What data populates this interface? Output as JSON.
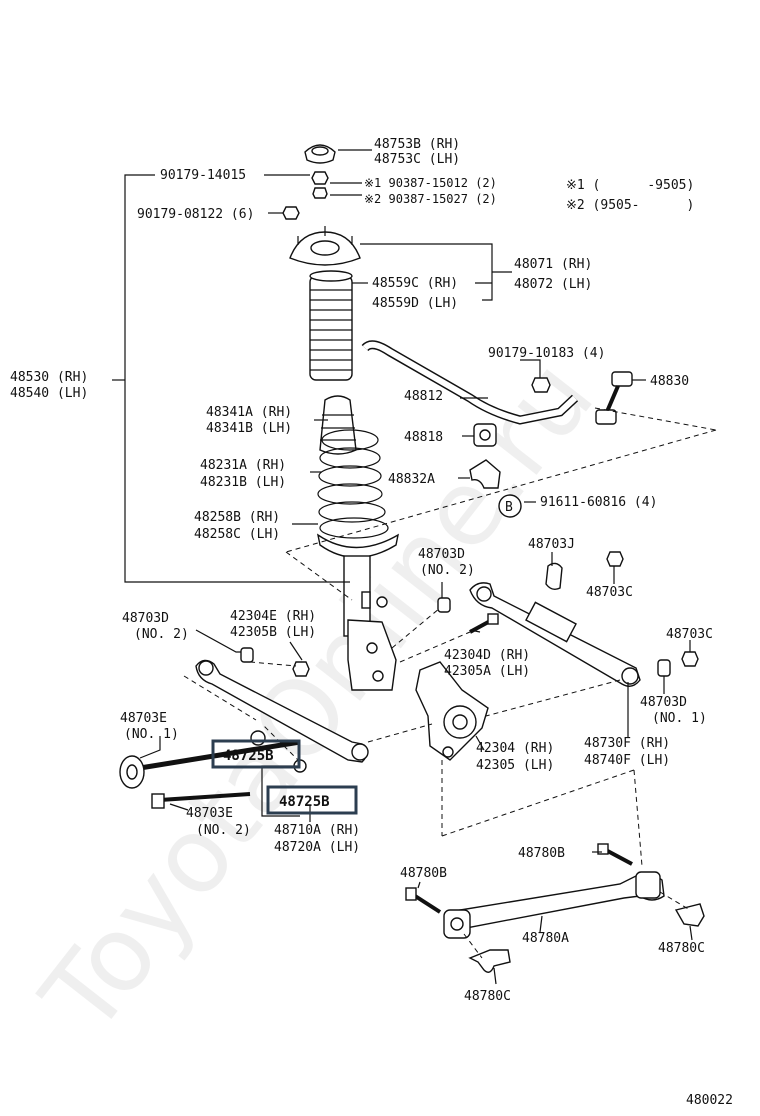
{
  "watermark": "ToyotaOnline.ru",
  "diagram_id": "480022",
  "legend": {
    "note1": "※1 (      -9505)",
    "note2": "※2 (9505-      )"
  },
  "labels": {
    "p48753": [
      "48753B (RH)",
      "48753C (LH)"
    ],
    "p90179_14015": "90179-14015",
    "p90387": [
      "※1 90387-15012 (2)",
      "※2 90387-15027 (2)"
    ],
    "p90179_08122": "90179-08122 (6)",
    "p48071": [
      "48071 (RH)",
      "48072 (LH)"
    ],
    "p48559": [
      "48559C (RH)",
      "48559D (LH)"
    ],
    "p48530": [
      "48530 (RH)",
      "48540 (LH)"
    ],
    "p90179_10183": "90179-10183 (4)",
    "p48830": "48830",
    "p48812": "48812",
    "p48341": [
      "48341A (RH)",
      "48341B (LH)"
    ],
    "p48818": "48818",
    "p48231": [
      "48231A (RH)",
      "48231B (LH)"
    ],
    "p48832": "48832A",
    "callout_b": "B",
    "p91611": "91611-60816 (4)",
    "p48258": [
      "48258B (RH)",
      "48258C (LH)"
    ],
    "p48703D_no2_top": [
      "48703D",
      "(NO. 2)"
    ],
    "p48703J": "48703J",
    "p48703C_top": "48703C",
    "p48703D_no2_left": [
      "48703D",
      "(NO. 2)"
    ],
    "p42304E": [
      "42304E (RH)",
      "42305B (LH)"
    ],
    "p42304D": [
      "42304D (RH)",
      "42305A (LH)"
    ],
    "p48703C_right": "48703C",
    "p48703D_no1": [
      "48703D",
      "(NO. 1)"
    ],
    "p48703E_no1": [
      "48703E",
      "(NO. 1)"
    ],
    "p48725B_a": "48725B",
    "p48725B_b": "48725B",
    "p42304": [
      "42304 (RH)",
      "42305 (LH)"
    ],
    "p48730F": [
      "48730F (RH)",
      "48740F (LH)"
    ],
    "p48703E_no2": [
      "48703E",
      "(NO. 2)"
    ],
    "p48710A": [
      "48710A (RH)",
      "48720A (LH)"
    ],
    "p48780B_right": "48780B",
    "p48780B_left": "48780B",
    "p48780A": "48780A",
    "p48780C_right": "48780C",
    "p48780C_bottom": "48780C"
  }
}
